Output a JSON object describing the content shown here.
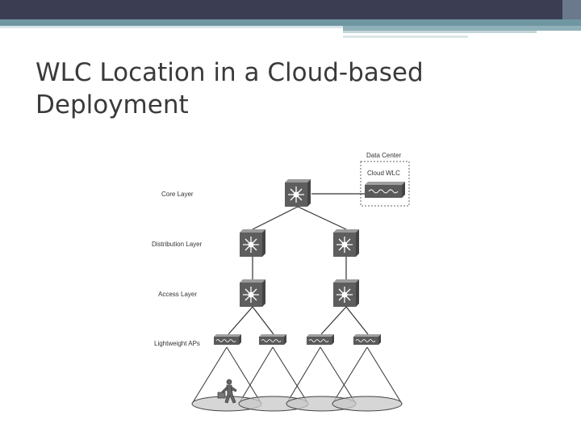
{
  "slide": {
    "title": "WLC Location in a Cloud-based Deployment"
  },
  "diagram": {
    "data_center_label": "Data Center",
    "cloud_wlc_label": "Cloud WLC",
    "layers": {
      "core": "Core Layer",
      "distribution": "Distribution Layer",
      "access": "Access Layer",
      "aps": "Lightweight APs"
    },
    "icons": {
      "switch": "multilayer-switch-icon",
      "wlc": "wireless-lan-controller-icon",
      "ap": "lightweight-ap-icon",
      "user": "walking-user-icon"
    }
  },
  "colors": {
    "header_dark": "#3b3e52",
    "header_stripe": "#6f97a2",
    "device_fill": "#606060"
  }
}
